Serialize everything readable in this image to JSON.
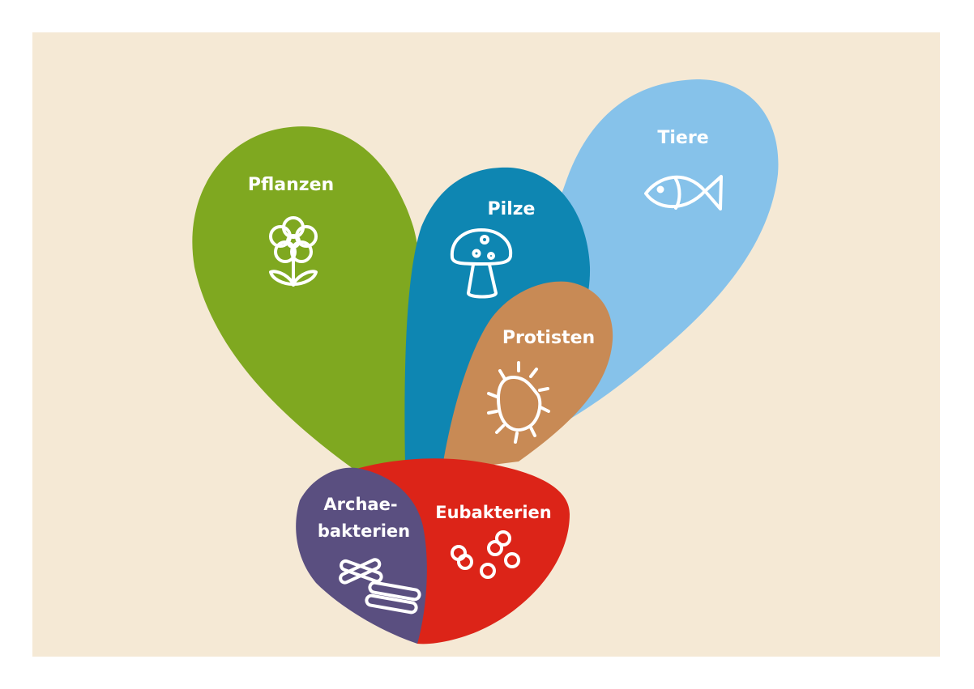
{
  "colors": {
    "page": "#ffffff",
    "panel": "#f5e9d5",
    "pflanzen": "#7fa820",
    "pilze": "#0e86b2",
    "tiere": "#86c2ea",
    "protisten": "#c88a55",
    "eubakterien": "#dc2418",
    "archaebakterien": "#5a4f80",
    "label": "#ffffff"
  },
  "groups": {
    "pflanzen": {
      "label": "Pflanzen",
      "icon": "flower-icon"
    },
    "pilze": {
      "label": "Pilze",
      "icon": "mushroom-icon"
    },
    "tiere": {
      "label": "Tiere",
      "icon": "fish-icon"
    },
    "protisten": {
      "label": "Protisten",
      "icon": "protist-cell-icon"
    },
    "eubakterien": {
      "label": "Eubakterien",
      "icon": "cocci-bacteria-icon"
    },
    "archaebakterien": {
      "label_line1": "Archae-",
      "label_line2": "bakterien",
      "icon": "rod-bacteria-icon"
    }
  }
}
